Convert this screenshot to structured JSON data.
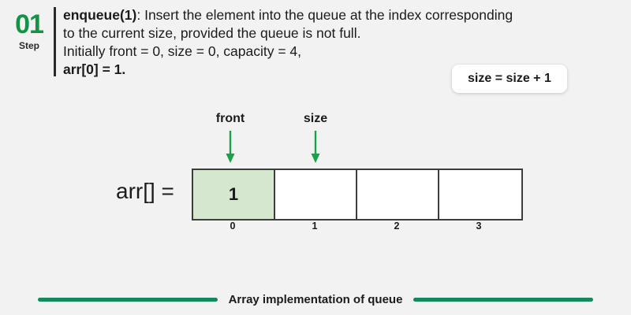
{
  "background_color": "#f2f2f2",
  "accent_green": "#149245",
  "footer_green": "#17885a",
  "cell_fill_green": "#d5e8cf",
  "step": {
    "number": "01",
    "word": "Step"
  },
  "description": {
    "line1_bold": "enqueue(1)",
    "line1_rest": ": Insert the element into the queue at the index corresponding",
    "line2": "to the current size, provided the queue is not full.",
    "line3": "Initially front = 0, size = 0, capacity = 4,",
    "line4_bold": "arr[0] = 1."
  },
  "callout": {
    "text": "size = size + 1"
  },
  "pointers": [
    {
      "label": "front",
      "icon": "down-arrow-icon",
      "target_index": 0
    },
    {
      "label": "size",
      "icon": "down-arrow-icon",
      "target_index": 1
    }
  ],
  "array": {
    "label": "arr[] =",
    "capacity": 4,
    "cells": [
      {
        "value": "1",
        "filled": true
      },
      {
        "value": "",
        "filled": false
      },
      {
        "value": "",
        "filled": false
      },
      {
        "value": "",
        "filled": false
      }
    ],
    "indices": [
      "0",
      "1",
      "2",
      "3"
    ]
  },
  "footer": {
    "text": "Array implementation of queue"
  }
}
